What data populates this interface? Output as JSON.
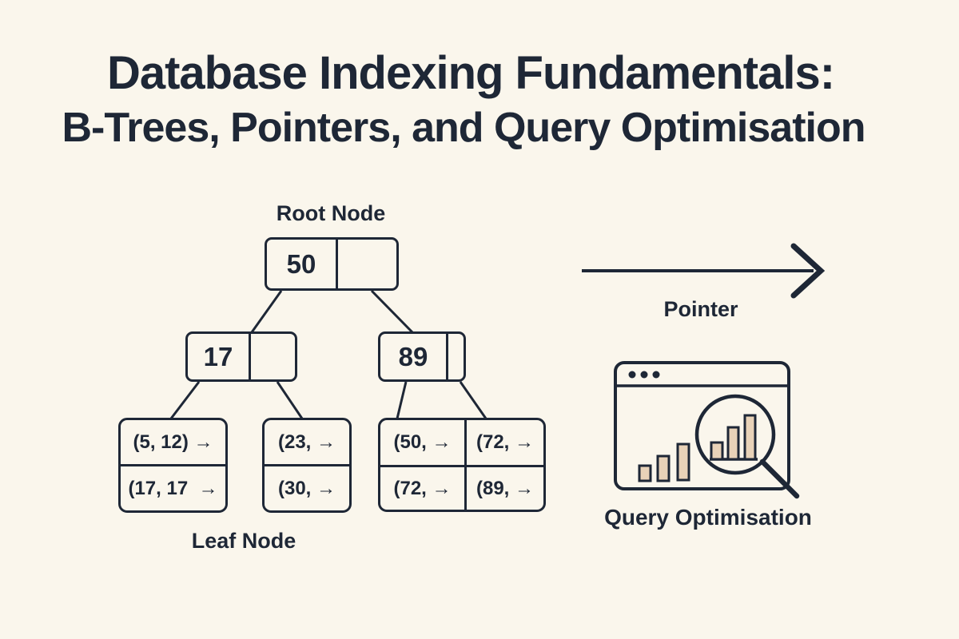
{
  "title": {
    "line1": "Database Indexing Fundamentals:",
    "line2": "B-Trees, Pointers, and Query Optimisation"
  },
  "diagram": {
    "root_label": "Root Node",
    "leaf_label": "Leaf Node",
    "pointer_label": "Pointer",
    "query_label": "Query Optimisation",
    "root_node": {
      "key": "50"
    },
    "internal_nodes": [
      {
        "key": "17"
      },
      {
        "key": "89"
      }
    ],
    "leaf_nodes": [
      {
        "rows": [
          "(5, 12) →",
          "(17, 17  →"
        ]
      },
      {
        "rows": [
          "(23, →",
          "(30, →"
        ]
      },
      {
        "cells": [
          "(50, →",
          "(72, →",
          "(72, →",
          "(89, →"
        ]
      }
    ]
  },
  "icons": {
    "pointer_arrow": "right-arrow",
    "browser_window": "browser-window-with-bar-chart",
    "magnifier": "magnifying-glass-over-chart"
  },
  "colors": {
    "background": "#faf6ec",
    "ink": "#1e2736",
    "bar_fill": "#e8d2b8"
  }
}
